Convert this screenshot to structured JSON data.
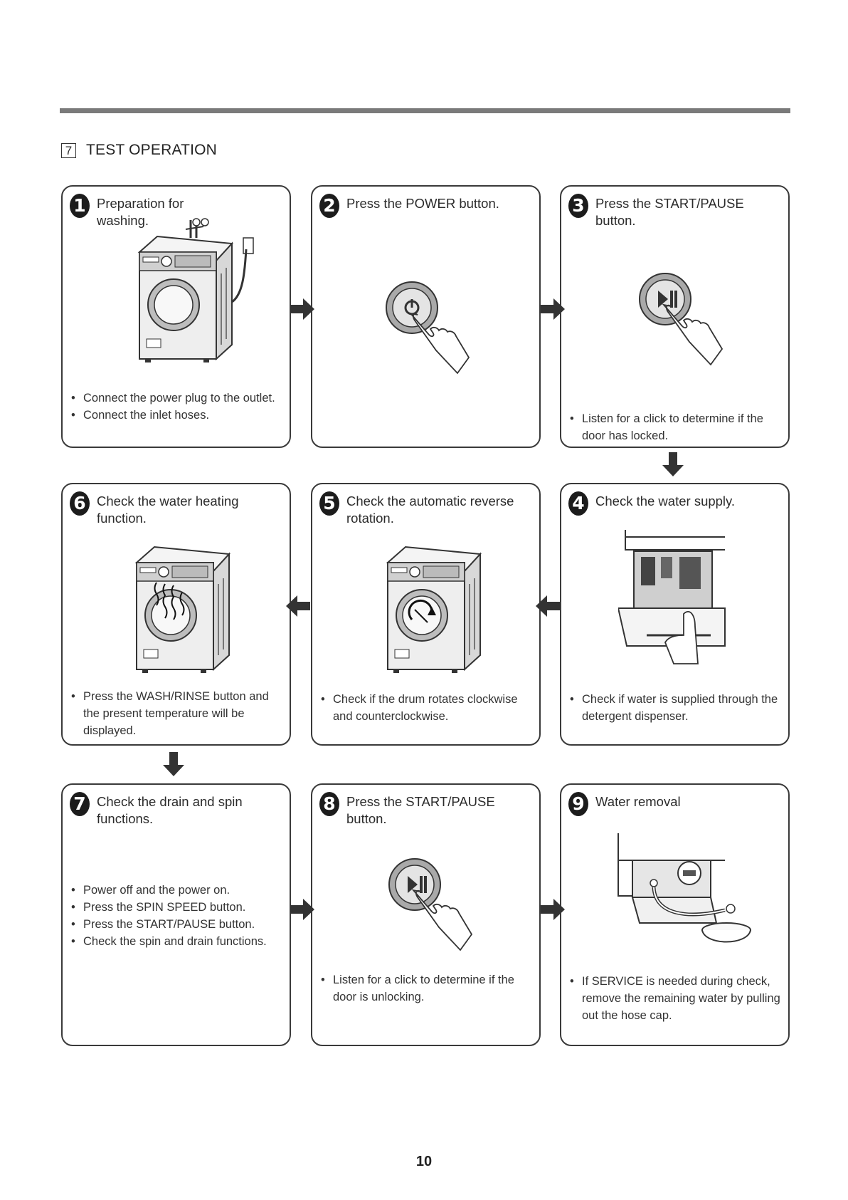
{
  "section": {
    "number": "7",
    "title": "TEST OPERATION"
  },
  "page_number": "10",
  "steps": [
    {
      "num": "1",
      "title": "Preparation for washing.",
      "illustration": "washing-machine-with-hoses-illustration",
      "bullets": [
        "Connect the power plug to the outlet.",
        "Connect the inlet hoses."
      ]
    },
    {
      "num": "2",
      "title": "Press the POWER button.",
      "illustration": "power-button-press-illustration",
      "bullets": []
    },
    {
      "num": "3",
      "title": "Press the START/PAUSE button.",
      "illustration": "start-pause-button-press-illustration",
      "bullets": [
        "Listen for a click to determine if the door has locked."
      ]
    },
    {
      "num": "4",
      "title": "Check the water supply.",
      "illustration": "detergent-dispenser-illustration",
      "bullets": [
        "Check if water is supplied through the detergent dispenser."
      ]
    },
    {
      "num": "5",
      "title": "Check the automatic reverse rotation.",
      "illustration": "drum-rotation-illustration",
      "bullets": [
        "Check if the drum rotates clockwise and counterclockwise."
      ]
    },
    {
      "num": "6",
      "title": "Check the water heating function.",
      "illustration": "water-heating-illustration",
      "bullets": [
        "Press the WASH/RINSE button and  the present temperature will be displayed."
      ]
    },
    {
      "num": "7",
      "title": "Check the drain and spin functions.",
      "illustration": "",
      "bullets": [
        "Power off and the power on.",
        "Press the SPIN SPEED button.",
        "Press the START/PAUSE button.",
        "Check the spin and drain functions."
      ]
    },
    {
      "num": "8",
      "title": "Press the START/PAUSE button.",
      "illustration": "start-pause-button-press-illustration",
      "bullets": [
        "Listen for a click to determine if the door is unlocking."
      ]
    },
    {
      "num": "9",
      "title": "Water removal",
      "illustration": "hose-cap-water-removal-illustration",
      "bullets": [
        "If SERVICE is needed during check, remove the remaining water by pulling out the hose cap."
      ]
    }
  ]
}
